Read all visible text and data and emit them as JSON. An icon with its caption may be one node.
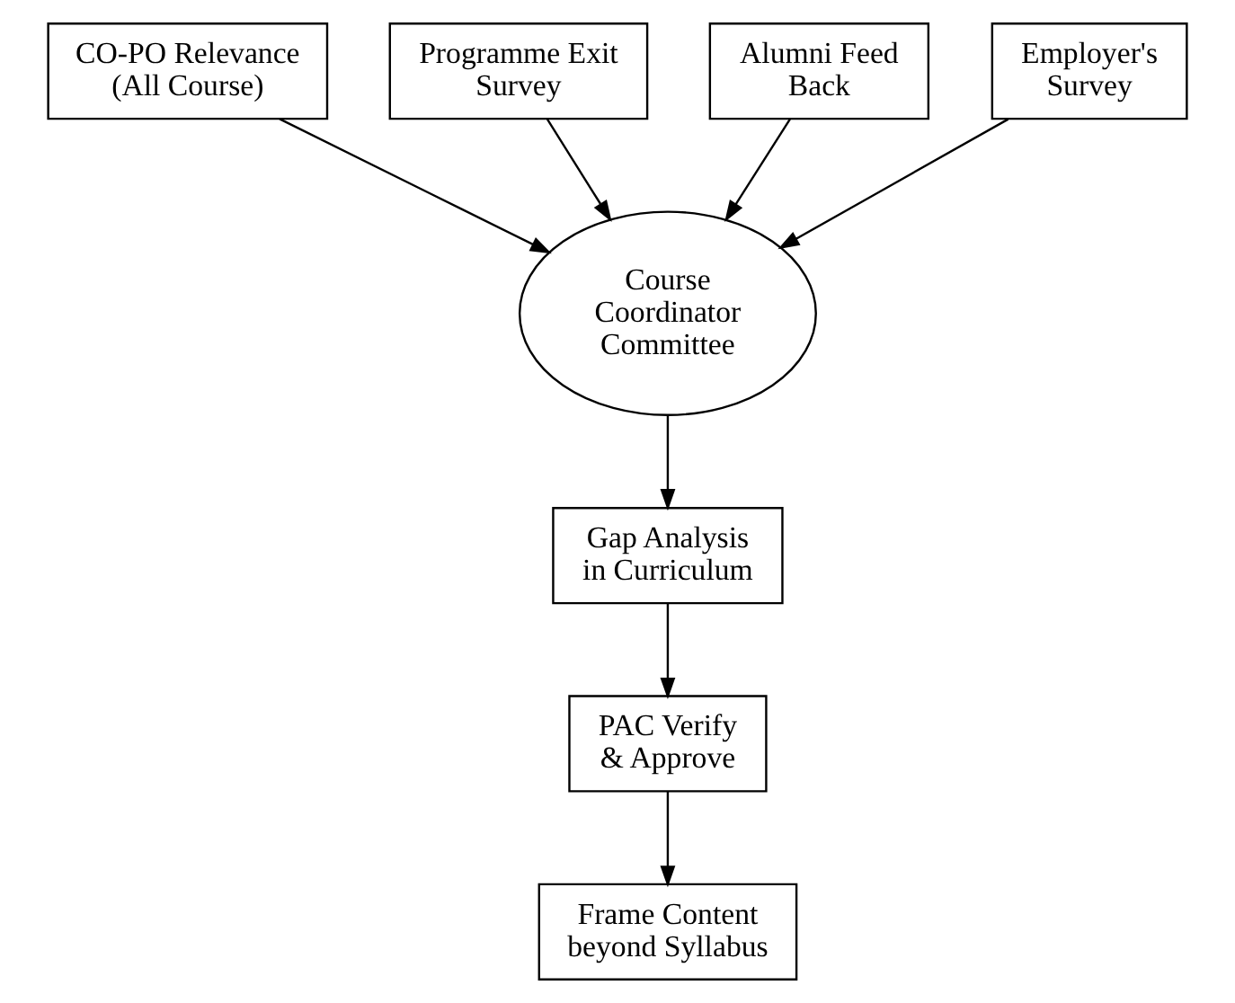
{
  "diagram": {
    "nodes": [
      {
        "text": [
          "CO-PO Relevance (All Course)"
        ]
      },
      {
        "text": [
          "Programme Exit Survey"
        ]
      },
      {
        "text": [
          "Alumni Feed Back"
        ]
      },
      {
        "text": [
          "Employer's Survey"
        ]
      },
      {
        "text": [
          "Course Coordinator Committee"
        ]
      },
      {
        "text": [
          "Gap Analysis in Curriculum"
        ]
      },
      {
        "text": [
          "PAC Verify & Approve"
        ]
      },
      {
        "text": [
          "Frame Content beyond Syllabus"
        ]
      }
    ],
    "edges": [
      {
        "from": 1,
        "to": 4,
        "arrow": "to"
      },
      {
        "from": 2,
        "to": 4,
        "arrow": "to"
      },
      {
        "from": 0,
        "to": 4,
        "arrow": "to"
      },
      {
        "from": 3,
        "to": 4,
        "arrow": "to"
      },
      {
        "from": 4,
        "to": 5,
        "arrow": "to"
      },
      {
        "from": 5,
        "to": 6,
        "arrow": "to"
      },
      {
        "from": 6,
        "to": 7,
        "arrow": "to"
      }
    ]
  }
}
